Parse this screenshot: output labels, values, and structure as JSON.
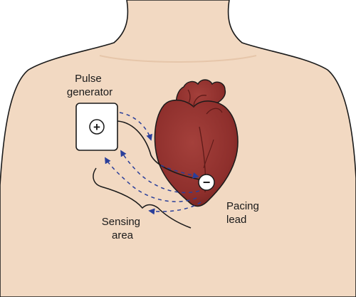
{
  "labels": {
    "pulse_generator": [
      "Pulse",
      "generator"
    ],
    "sensing_area": [
      "Sensing",
      "area"
    ],
    "pacing_lead": [
      "Pacing",
      "lead"
    ]
  },
  "symbols": {
    "anode": "+",
    "cathode": "−"
  },
  "colors": {
    "skin": "#f2d9c2",
    "outline": "#1a1a1a",
    "heart": "#8e2f2c",
    "heart_dark": "#5e1a18",
    "current_arrows": "#2a3f9a"
  }
}
